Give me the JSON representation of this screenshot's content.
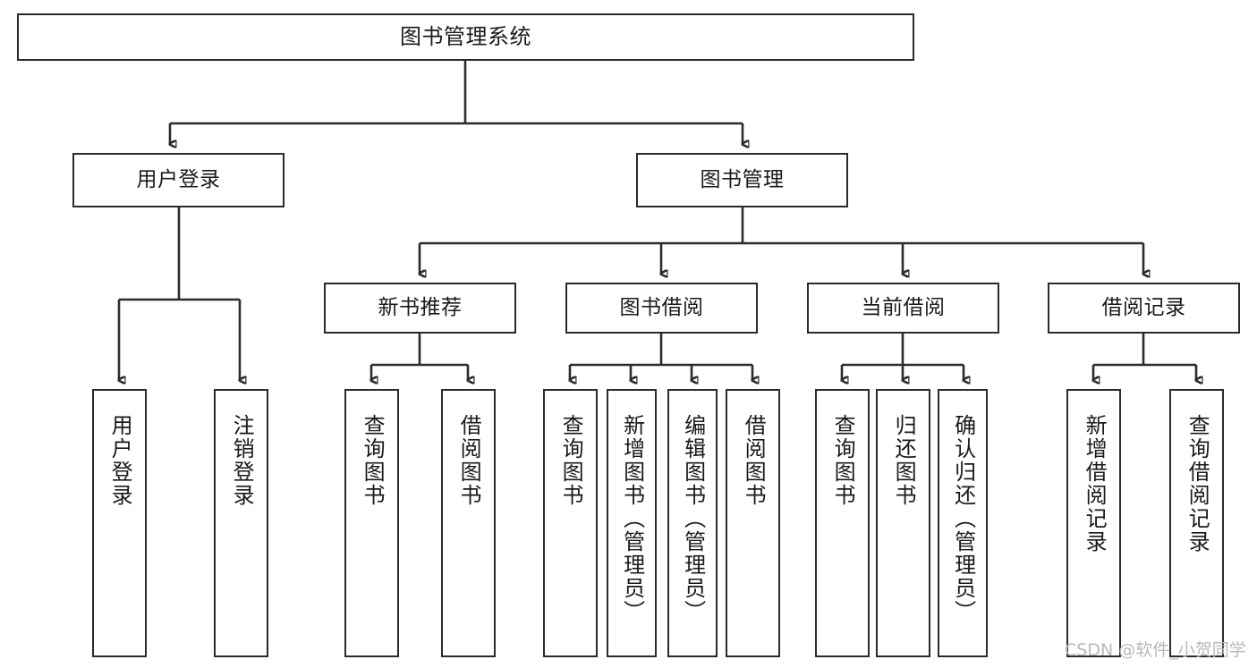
{
  "diagram": {
    "type": "tree",
    "title": "图书管理系统",
    "watermark": "CSDN @软件_小贺同学",
    "palette": {
      "box_border": "#2b2b2b",
      "box_fill": "#ffffff",
      "connector": "#2b2b2b",
      "text": "#1a1a1a",
      "watermark": "#b9b9b9"
    },
    "nodes": {
      "root": {
        "label": "图书管理系统"
      },
      "level2": [
        {
          "label": "用户登录"
        },
        {
          "label": "图书管理"
        }
      ],
      "level3": [
        {
          "label": "新书推荐"
        },
        {
          "label": "图书借阅"
        },
        {
          "label": "当前借阅"
        },
        {
          "label": "借阅记录"
        }
      ],
      "leaves": {
        "user_login": [
          {
            "label": "用户登录"
          },
          {
            "label": "注销登录"
          }
        ],
        "new_book_recommend": [
          {
            "label": "查询图书"
          },
          {
            "label": "借阅图书"
          }
        ],
        "book_borrow": [
          {
            "label": "查询图书"
          },
          {
            "label": "新增图书（管理员）"
          },
          {
            "label": "编辑图书（管理员）"
          },
          {
            "label": "借阅图书"
          }
        ],
        "current_borrow": [
          {
            "label": "查询图书"
          },
          {
            "label": "归还图书"
          },
          {
            "label": "确认归还（管理员）"
          }
        ],
        "borrow_record": [
          {
            "label": "新增借阅记录"
          },
          {
            "label": "查询借阅记录"
          }
        ]
      }
    }
  }
}
